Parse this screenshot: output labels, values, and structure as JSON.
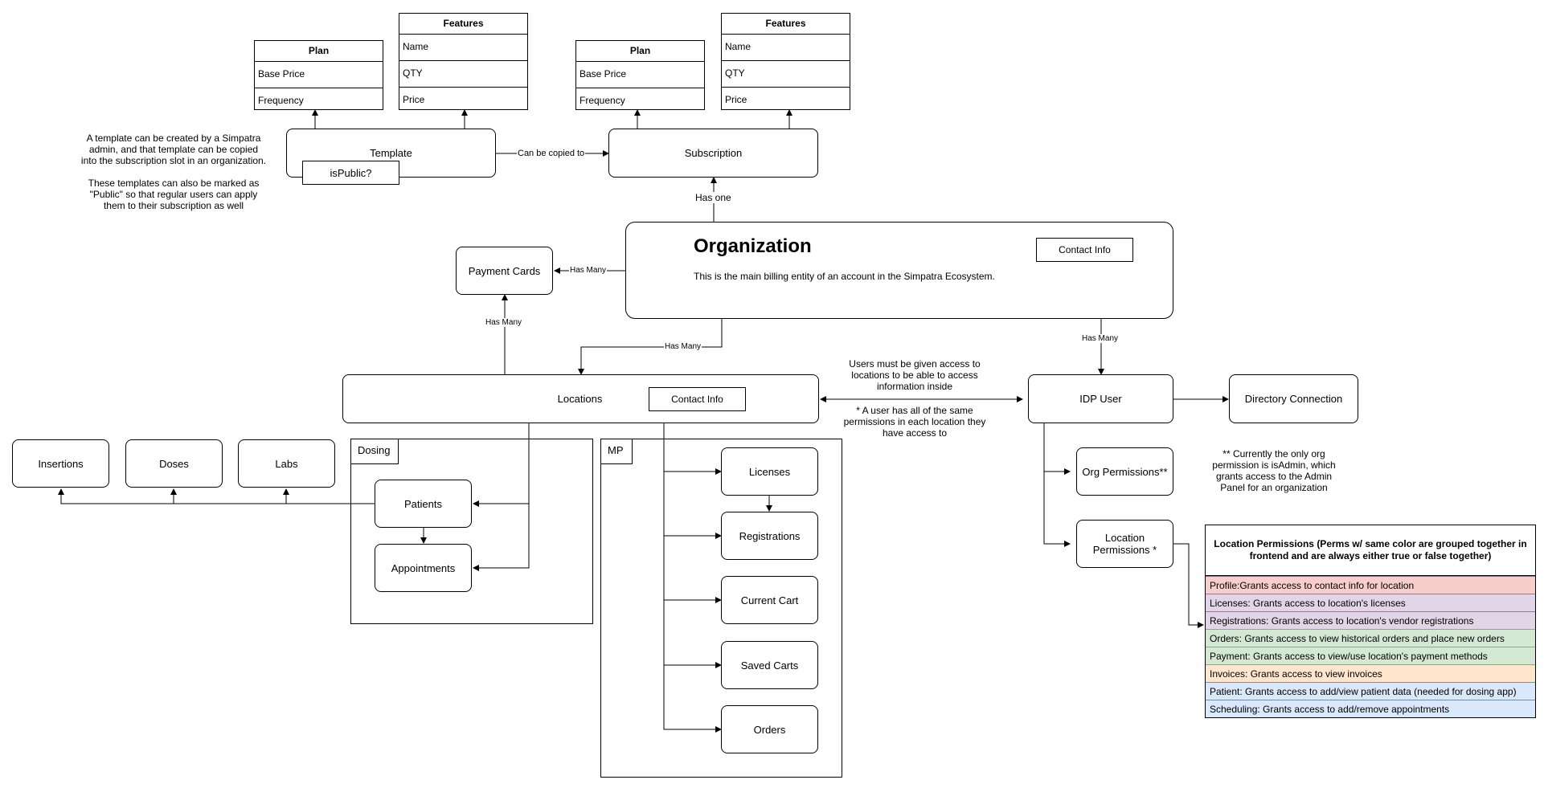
{
  "plan_left": {
    "title": "Plan",
    "rows": [
      "Base Price",
      "Frequency"
    ]
  },
  "features_left": {
    "title": "Features",
    "rows": [
      "Name",
      "QTY",
      "Price"
    ]
  },
  "plan_right": {
    "title": "Plan",
    "rows": [
      "Base Price",
      "Frequency"
    ]
  },
  "features_right": {
    "title": "Features",
    "rows": [
      "Name",
      "QTY",
      "Price"
    ]
  },
  "template": {
    "label": "Template",
    "flag": "isPublic?"
  },
  "subscription": {
    "label": "Subscription"
  },
  "template_note": {
    "p1": [
      "A template can be created by a Simpatra",
      "admin, and that template can be copied",
      "into the subscription slot in an organization."
    ],
    "p2": [
      "These templates can also be marked as",
      "\"Public\" so that regular users can apply",
      "them to their subscription as well"
    ]
  },
  "organization": {
    "title": "Organization",
    "description": "This is the main billing entity of an account in the Simpatra Ecosystem.",
    "contact": "Contact Info"
  },
  "payment_cards": {
    "label": "Payment Cards"
  },
  "locations": {
    "label": "Locations",
    "contact": "Contact Info"
  },
  "idp_user": {
    "label": "IDP User"
  },
  "directory_connection": {
    "label": "Directory Connection"
  },
  "edges": {
    "can_be_copied": "Can be copied to",
    "has_one": "Has one",
    "has_many_cards": "Has Many",
    "has_many_loc_cards": "Has Many",
    "has_many_locations": "Has Many",
    "has_many_users": "Has Many"
  },
  "access_note": [
    "Users must be given access to",
    "locations to be able to access",
    "information inside"
  ],
  "same_perm_note": [
    "* A user has all of the same",
    "permissions in each location they",
    "have access to"
  ],
  "dosing": {
    "title": "Dosing",
    "patients": "Patients",
    "appointments": "Appointments"
  },
  "mp": {
    "title": "MP",
    "items": [
      "Licenses",
      "Registrations",
      "Current Cart",
      "Saved Carts",
      "Orders"
    ]
  },
  "patient_children": [
    "Insertions",
    "Doses",
    "Labs"
  ],
  "org_permissions": {
    "label": "Org Permissions**"
  },
  "location_permissions": {
    "label": [
      "Location",
      "Permissions *"
    ]
  },
  "org_perm_note": [
    "** Currently the only org",
    "permission is isAdmin, which",
    "grants access to the Admin",
    "Panel for an organization"
  ],
  "perm_table": {
    "title": "Location Permissions (Perms w/ same color are grouped together in frontend and are always either true or false together)",
    "rows": [
      {
        "text": "Profile:Grants access to contact info for location",
        "fill": "#f8cecc",
        "stroke": "#b85450"
      },
      {
        "text": "Licenses: Grants access to location's licenses",
        "fill": "#e1d5e7",
        "stroke": "#9673a6"
      },
      {
        "text": "Registrations: Grants access to location's vendor registrations",
        "fill": "#e1d5e7",
        "stroke": "#9673a6"
      },
      {
        "text": "Orders: Grants access to view historical orders and place new orders",
        "fill": "#d5e8d4",
        "stroke": "#82b366"
      },
      {
        "text": "Payment: Grants access to view/use location's payment methods",
        "fill": "#d5e8d4",
        "stroke": "#82b366"
      },
      {
        "text": "Invoices: Grants access to view invoices",
        "fill": "#ffe6cc",
        "stroke": "#d79b00"
      },
      {
        "text": "Patient: Grants access to add/view patient data (needed for dosing app)",
        "fill": "#dae8fc",
        "stroke": "#6c8ebf"
      },
      {
        "text": "Scheduling: Grants access to add/remove appointments",
        "fill": "#dae8fc",
        "stroke": "#6c8ebf"
      }
    ]
  }
}
